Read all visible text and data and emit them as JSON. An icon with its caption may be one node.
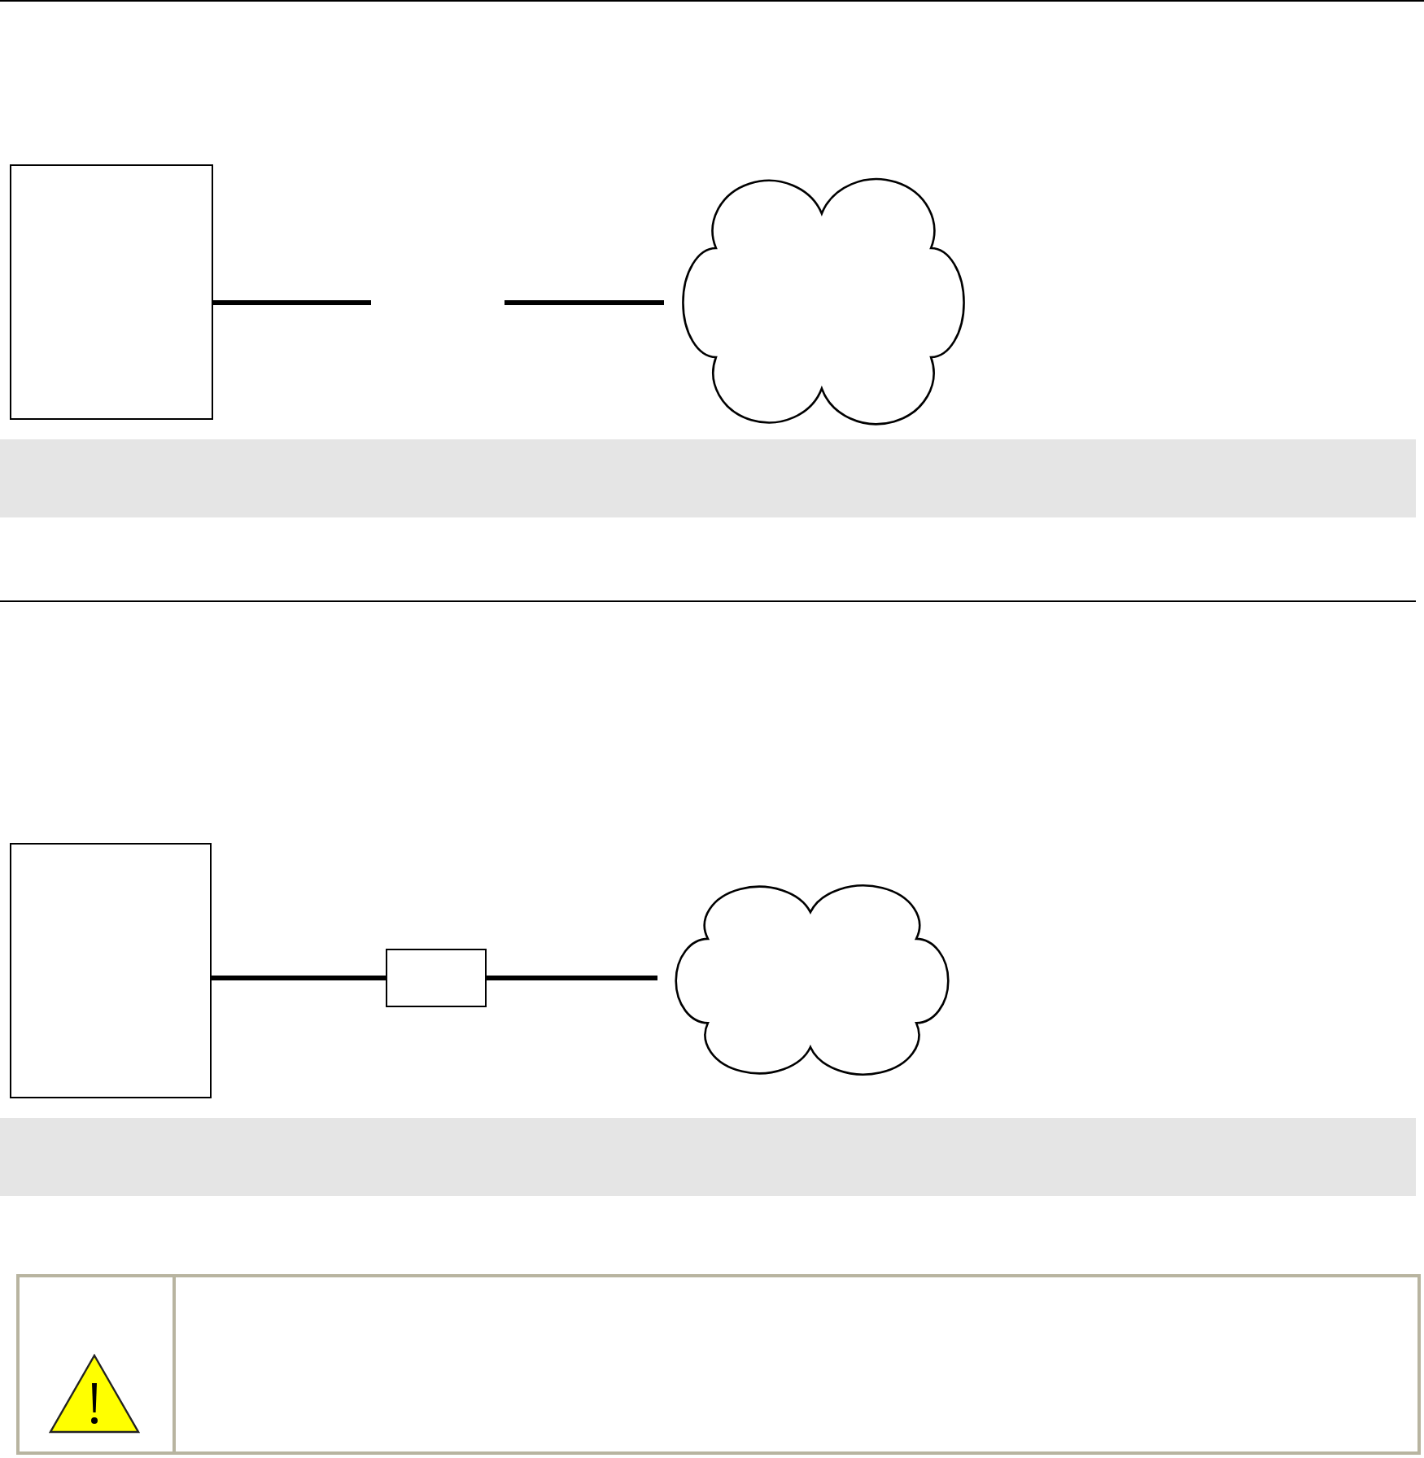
{
  "diagram": {
    "nodes": [
      {
        "text": [],
        "shape": "box"
      },
      {
        "text": [],
        "shape": "cloud"
      },
      {
        "text": [],
        "shape": "band"
      },
      {
        "text": [],
        "shape": "box"
      },
      {
        "text": [],
        "shape": "box"
      },
      {
        "text": [],
        "shape": "cloud"
      },
      {
        "text": [],
        "shape": "band"
      }
    ],
    "edges": [
      {
        "from": 0,
        "to": null,
        "arrow": "none"
      },
      {
        "from": null,
        "to": 1,
        "arrow": "none"
      },
      {
        "from": 3,
        "to": 4,
        "arrow": "none"
      },
      {
        "from": 4,
        "to": 5,
        "arrow": "none"
      }
    ]
  }
}
